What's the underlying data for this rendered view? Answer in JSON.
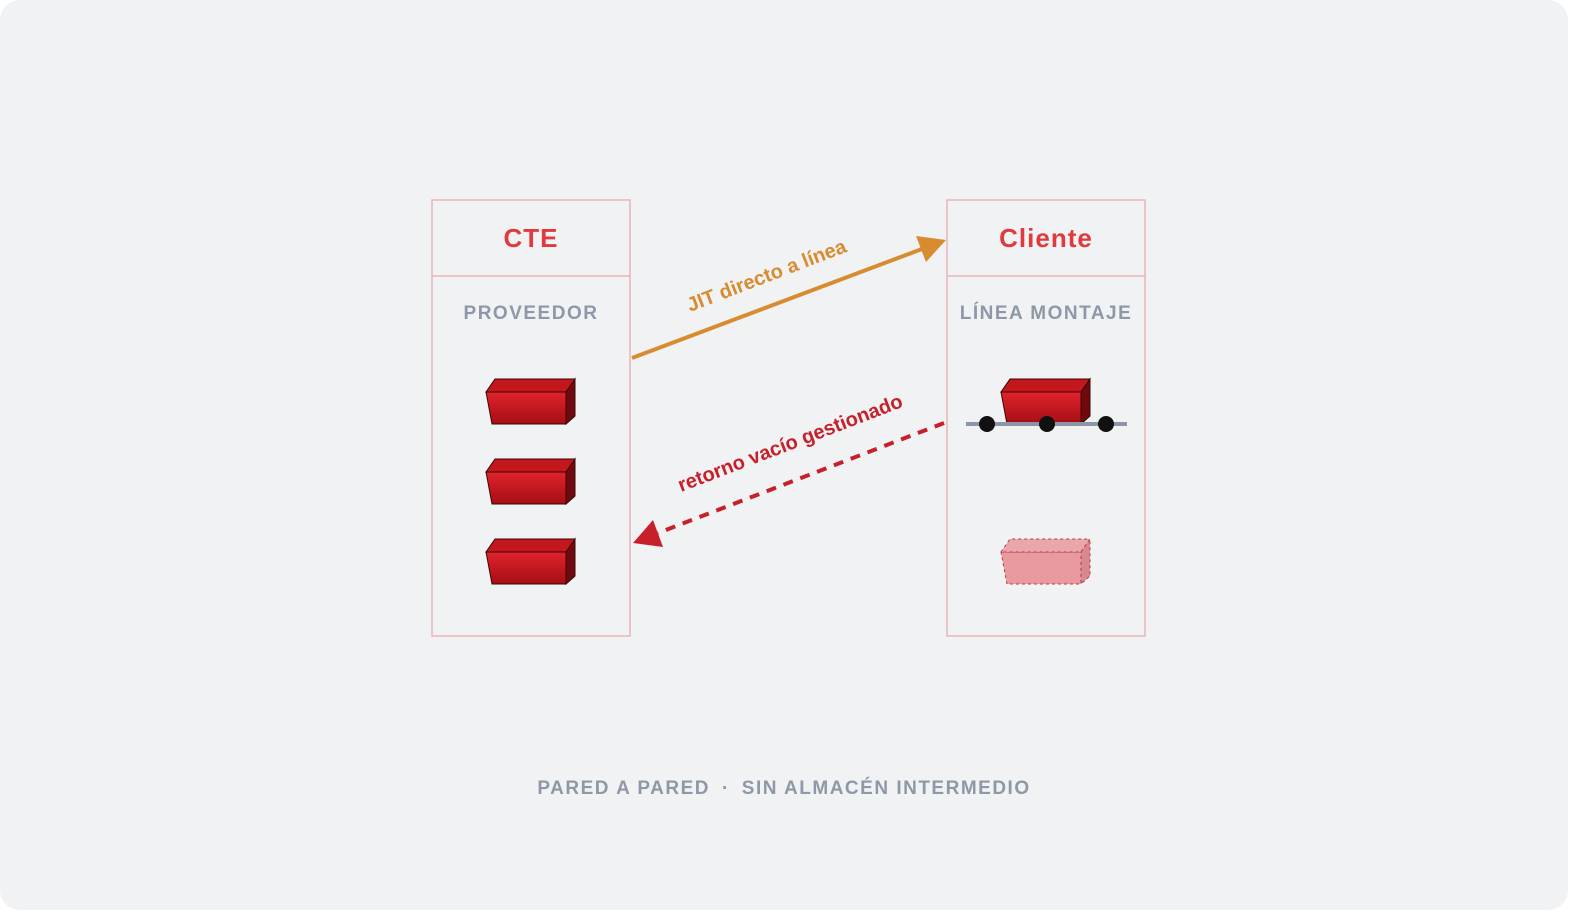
{
  "colors": {
    "background": "#f0f2f4",
    "panel_border": "#eab4b8",
    "title_red": "#e03a3e",
    "subtitle_gray": "#8e98a6",
    "bin_red": "#c0141c",
    "bin_dark": "#6e0a0e",
    "jit_arrow": "#d98b30",
    "return_arrow": "#c8202a",
    "ghost_bin": "#e89aa0",
    "rail": "#8a96a6",
    "wheel": "#111111"
  },
  "left_panel": {
    "title": "CTE",
    "subtitle": "PROVEEDOR",
    "bins": [
      "bin",
      "bin",
      "bin"
    ]
  },
  "right_panel": {
    "title": "Cliente",
    "subtitle": "LÍNEA MONTAJE"
  },
  "arrows": {
    "jit_label": "JIT directo a línea",
    "return_label": "retorno vacío gestionado"
  },
  "footer": {
    "left": "PARED A PARED",
    "separator": "·",
    "right": "SIN ALMACÉN INTERMEDIO"
  }
}
